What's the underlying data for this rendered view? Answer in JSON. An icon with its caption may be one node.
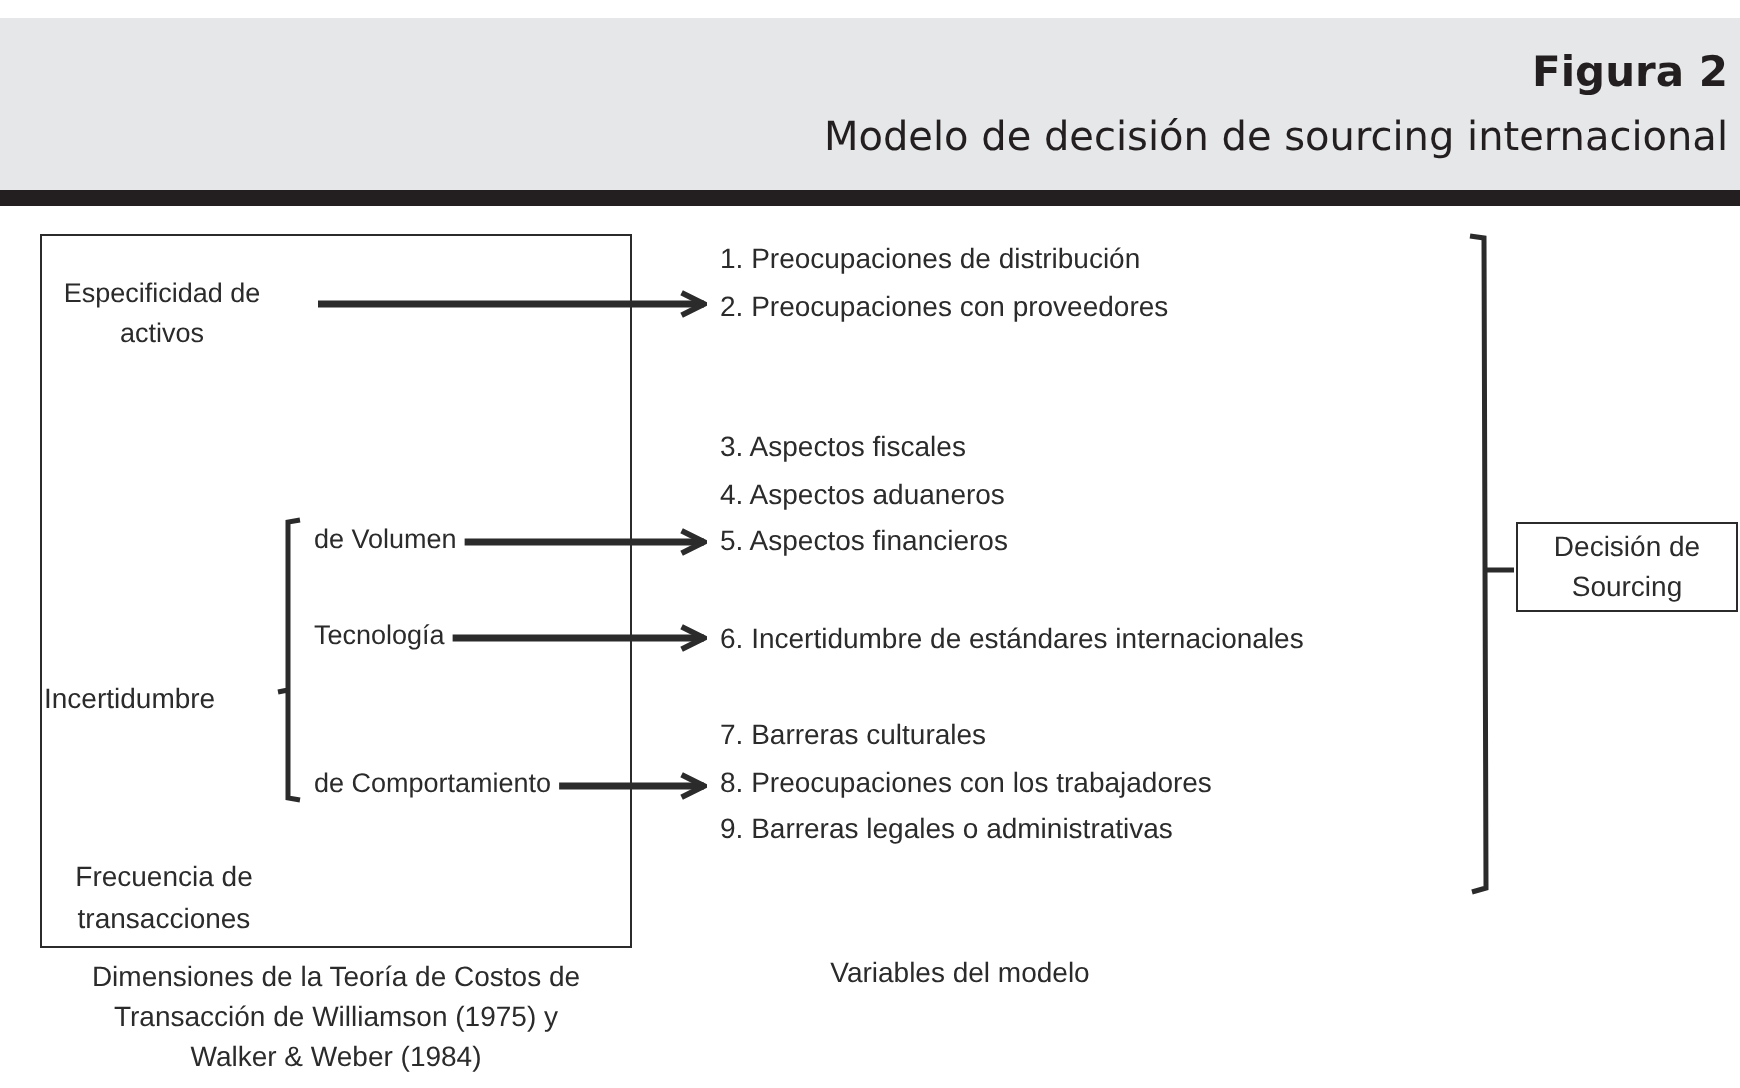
{
  "diagram": {
    "title": "Figura 2",
    "caption": "Modelo de decisión de sourcing internacional",
    "nodes": [
      {
        "text": [],
        "shape": "box",
        "beside": [
          "Dimensiones de la Teoría de Costos de Transacción de Williamson (1975) y Walker & Weber (1984)"
        ]
      },
      {
        "text": [
          "Especificidad de activos"
        ],
        "in": 0
      },
      {
        "text": [
          "de Volumen"
        ],
        "in": 0
      },
      {
        "text": [
          "Tecnología"
        ],
        "in": 0
      },
      {
        "text": [
          "de Comportamiento"
        ],
        "in": 0
      },
      {
        "text": [
          "1. Preocupaciones de distribución",
          "2. Preocupaciones con proveedores"
        ]
      },
      {
        "text": [
          "3. Aspectos fiscales",
          "4. Aspectos aduaneros",
          "5. Aspectos financieros"
        ]
      },
      {
        "text": [
          "6. Incertidumbre de estándares internacionales"
        ]
      },
      {
        "text": [
          "7. Barreras culturales",
          "8. Preocupaciones con los trabajadores",
          "9. Barreras legales o administrativas"
        ]
      },
      {
        "text": [
          "Decisión de Sourcing"
        ]
      }
    ],
    "edges": [
      {
        "from": 1,
        "to": 5,
        "arrow": "to"
      },
      {
        "from": 2,
        "to": 6,
        "arrow": "to"
      },
      {
        "from": 3,
        "to": 7,
        "arrow": "to"
      },
      {
        "from": 4,
        "to": 8,
        "arrow": "to"
      }
    ],
    "labels": [
      "Incertidumbre",
      "Frecuencia de transacciones",
      "Variables del modelo"
    ]
  }
}
